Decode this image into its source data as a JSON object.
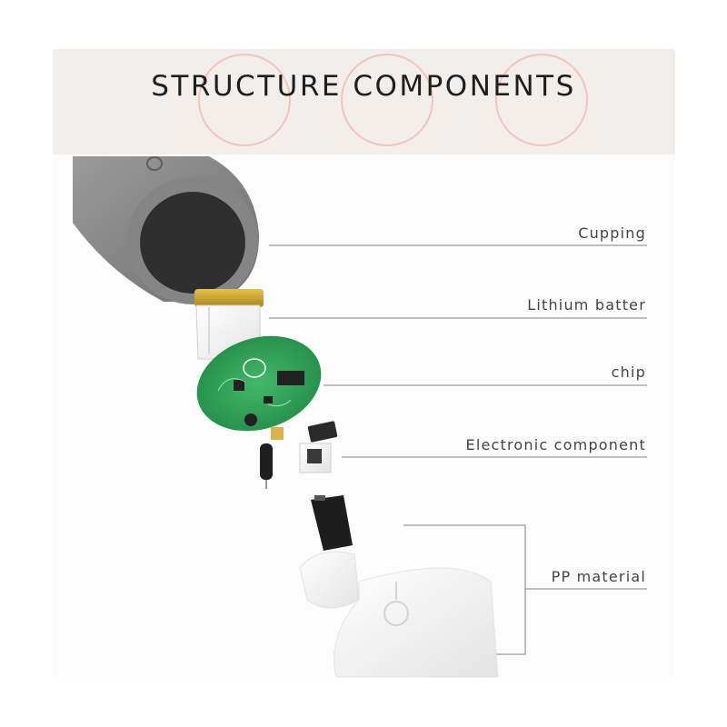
{
  "title": "STRUCTURE COMPONENTS",
  "labels": {
    "cupping": "Cupping",
    "battery": "Lithium batter",
    "chip": "chip",
    "electronic": "Electronic component",
    "pp": "PP material"
  },
  "colors": {
    "banner_bg": "#f1efed",
    "cup_gray": "#8a8a8a",
    "pcb_green": "#2f9e55",
    "battery_gold": "#c9a227",
    "leader_line": "#9a9a9a"
  }
}
